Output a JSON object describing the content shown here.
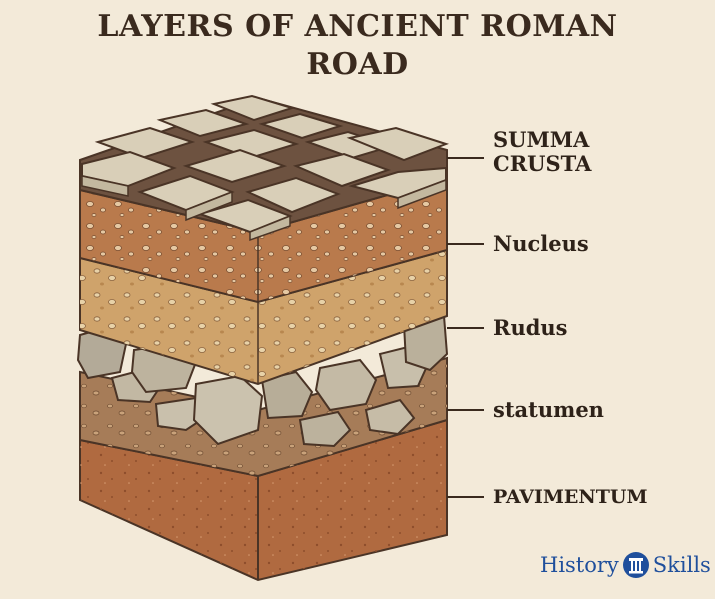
{
  "title": {
    "line1": "LAYERS OF ANCIENT ROMAN",
    "line2": "ROAD"
  },
  "layers": [
    {
      "id": "summa-crusta",
      "label_lines": [
        "SUMMA",
        "CRUSTA"
      ]
    },
    {
      "id": "nucleus",
      "label_lines": [
        "Nucleus"
      ]
    },
    {
      "id": "rudus",
      "label_lines": [
        "Rudus"
      ]
    },
    {
      "id": "statumen",
      "label_lines": [
        "statumen"
      ]
    },
    {
      "id": "pavimentum",
      "label_lines": [
        "PAVIMENTUM"
      ]
    }
  ],
  "logo": {
    "word1": "History",
    "word2": "Skills",
    "icon": "column-icon"
  },
  "colors": {
    "background": "#f3ead9",
    "outline": "#4a3426",
    "stone": "#d9cfb8",
    "nucleus": "#b97a4c",
    "rudus": "#cfa36b",
    "statumen": "#a67c58",
    "pavimentum": "#b06a40",
    "logo": "#1f4f9c"
  }
}
